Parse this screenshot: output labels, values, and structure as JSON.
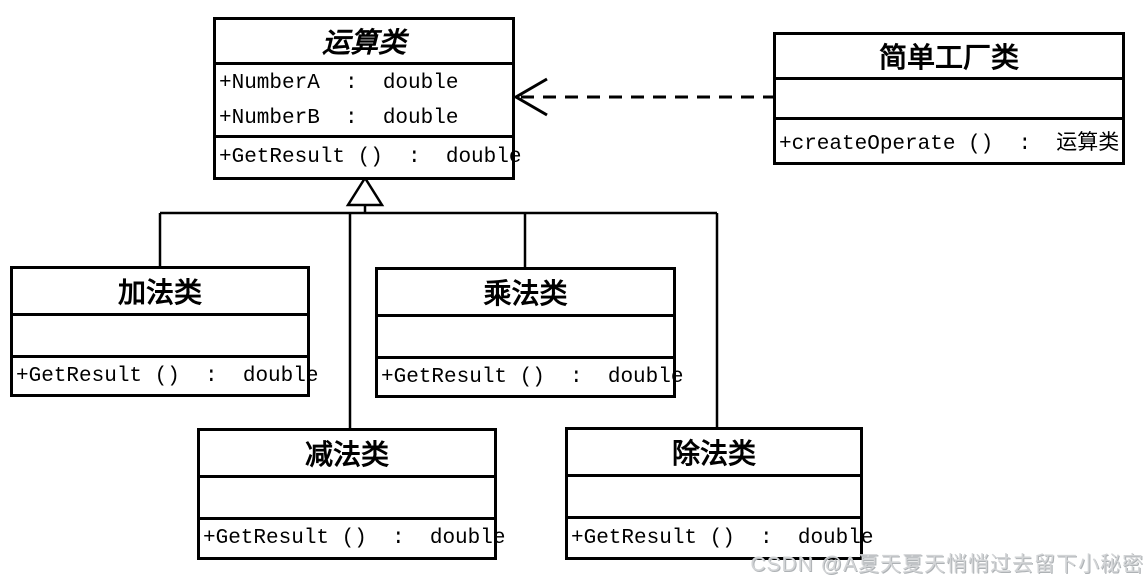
{
  "diagram": {
    "type": "uml-class-diagram",
    "pattern": "simple-factory",
    "classes": {
      "operation": {
        "title": "运算类",
        "attr1": "+NumberA  :  double",
        "attr2": "+NumberB  :  double",
        "method": "+GetResult ()  :  double"
      },
      "factory": {
        "title": "简单工厂类",
        "method": "+createOperate ()  :  运算类"
      },
      "addition": {
        "title": "加法类",
        "method": "+GetResult ()  :  double"
      },
      "multiplication": {
        "title": "乘法类",
        "method": "+GetResult ()  :  double"
      },
      "subtraction": {
        "title": "减法类",
        "method": "+GetResult ()  :  double"
      },
      "division": {
        "title": "除法类",
        "method": "+GetResult ()  :  double"
      }
    },
    "relations": {
      "inheritance": "加法类/乘法类/减法类/除法类 → 运算类 (hollow triangle generalization)",
      "dependency": "简单工厂类 --> 运算类 (dashed open-arrow dependency)"
    },
    "colors": {
      "line": "#000000",
      "background": "#ffffff",
      "watermark": "#d2d4d6"
    },
    "watermark": "CSDN @A夏天夏天悄悄过去留下小秘密"
  }
}
